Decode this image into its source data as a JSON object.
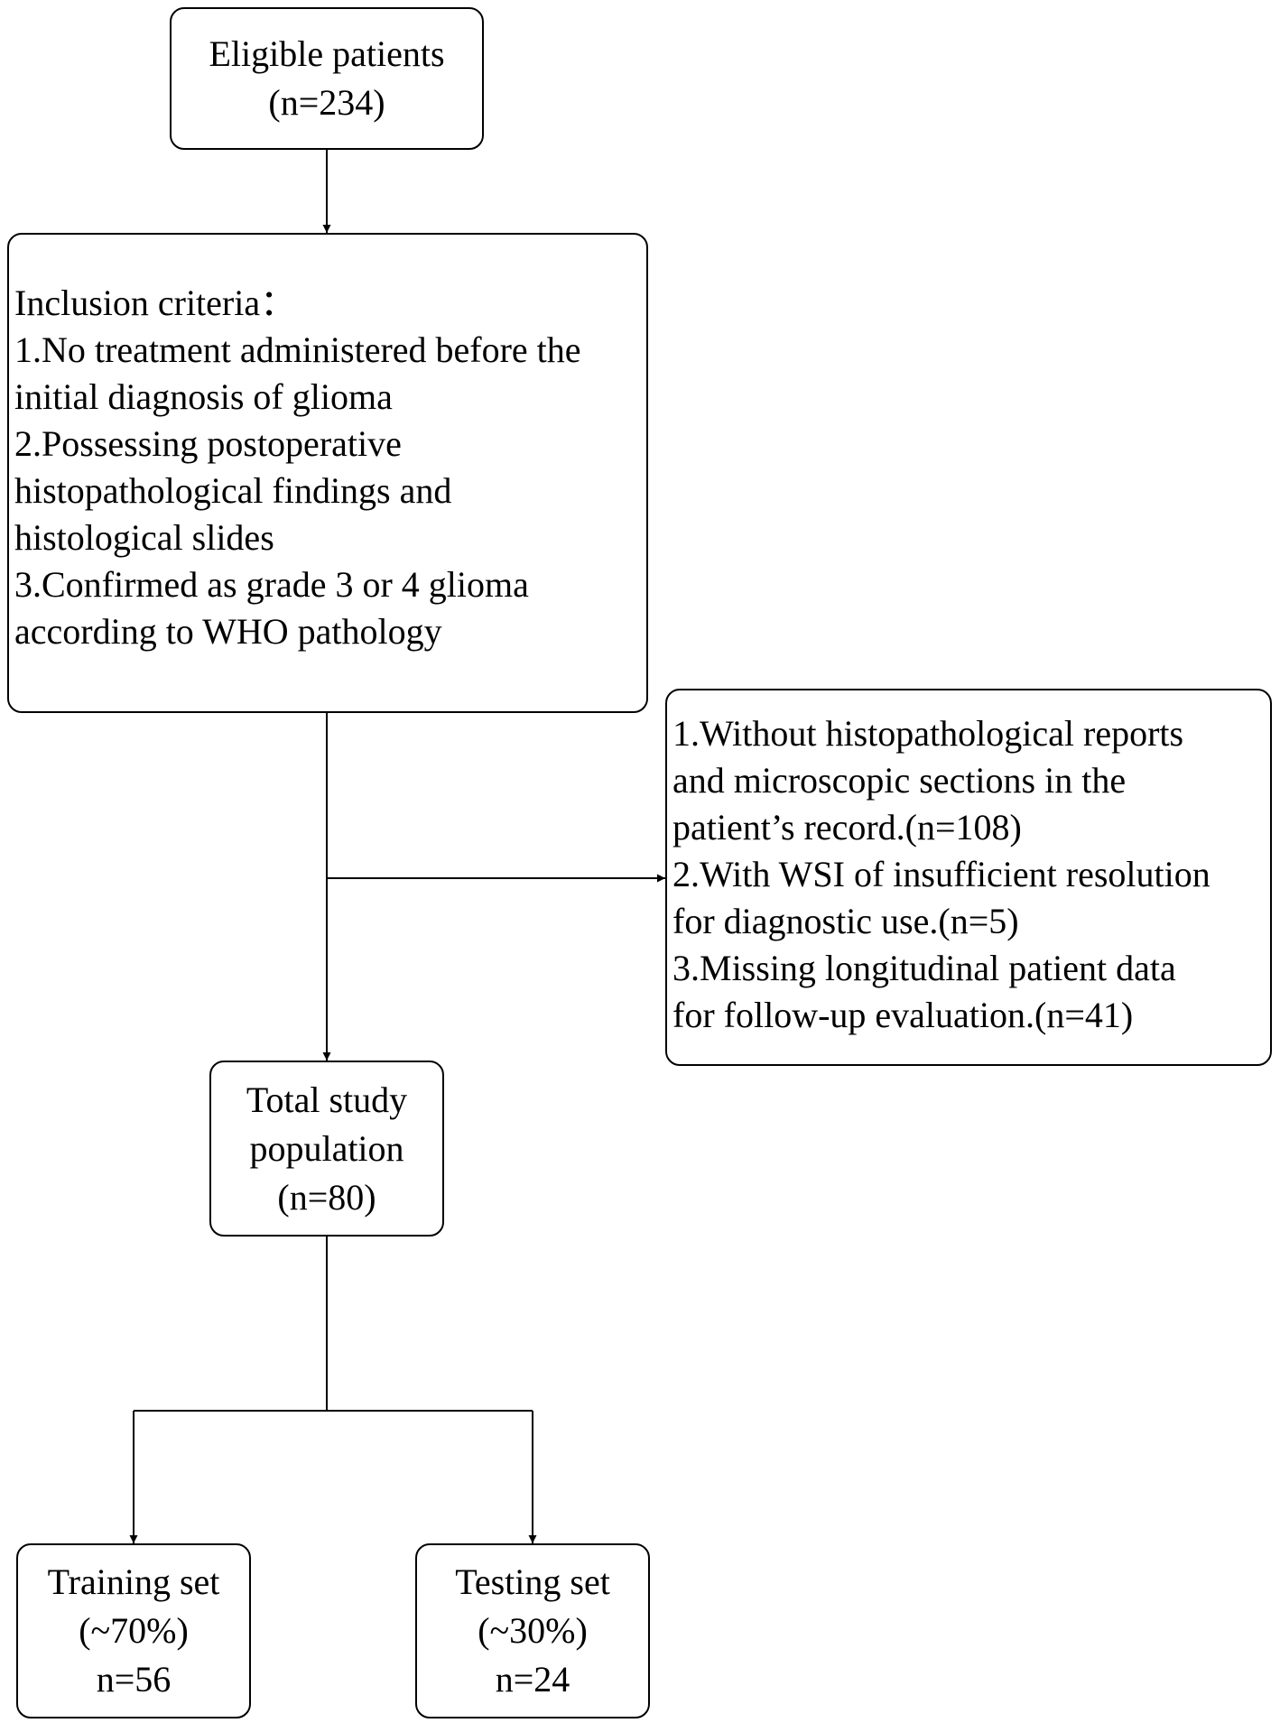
{
  "eligible": {
    "title": "Eligible patients",
    "count": "(n=234)"
  },
  "inclusion": {
    "heading": "Inclusion criteria：",
    "lines": [
      "1.No treatment administered before the",
      "initial diagnosis of glioma",
      "2.Possessing postoperative",
      "histopathological findings and",
      "histological slides",
      "3.Confirmed as grade 3 or 4 glioma",
      "according to WHO pathology"
    ]
  },
  "exclusion": {
    "lines": [
      "1.Without histopathological reports",
      "and microscopic sections in the",
      "patient’s record.(n=108)",
      "2.With WSI of insufficient resolution",
      "for diagnostic use.(n=5)",
      "3.Missing longitudinal patient data",
      "for follow-up evaluation.(n=41)"
    ]
  },
  "total": {
    "line1": "Total study",
    "line2": "population",
    "count": "(n=80)"
  },
  "training": {
    "title": "Training set",
    "percent": "(~70%)",
    "count": "n=56"
  },
  "testing": {
    "title": "Testing set",
    "percent": "(~30%)",
    "count": "n=24"
  }
}
